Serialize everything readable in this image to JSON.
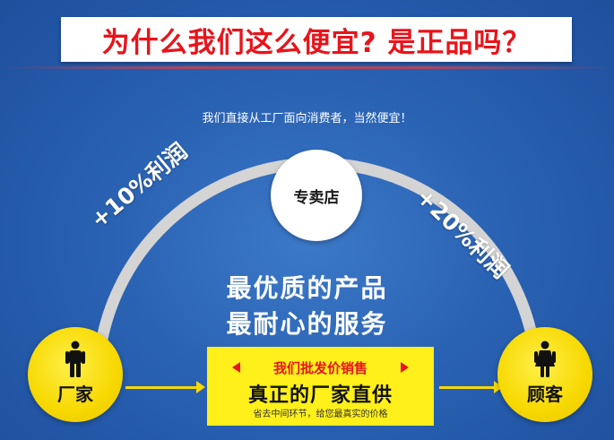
{
  "header": {
    "title": "为什么我们这么便宜? 是正品吗？"
  },
  "subtitle": "我们直接从工厂面向消费者，当然便宜！",
  "nodes": {
    "store": "专卖店",
    "factory": "厂家",
    "customer": "顾客"
  },
  "profits": {
    "left": "+10%利润",
    "right": "+20%利润"
  },
  "slogans": {
    "line1": "最优质的产品",
    "line2": "最耐心的服务"
  },
  "center_box": {
    "wholesale": "我们批发价销售",
    "direct": "真正的厂家直供",
    "note": "省去中间环节，给您最真实的价格"
  },
  "colors": {
    "title_red": "#e8141b",
    "background_blue": "#2a62b3",
    "accent_yellow": "#f7d800"
  },
  "icons": {
    "factory": "male-person-icon",
    "customer": "female-person-icon"
  }
}
